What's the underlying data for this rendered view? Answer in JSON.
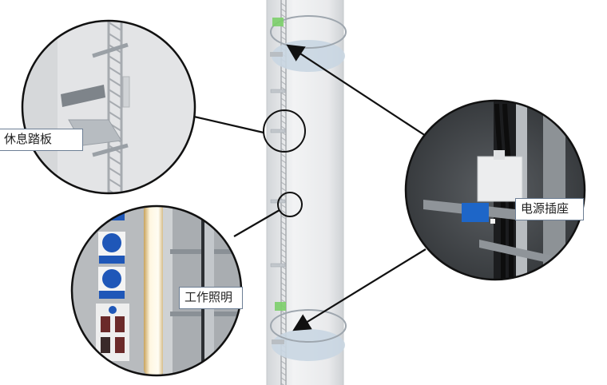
{
  "labels": {
    "rest_platform": "休息踏板",
    "power_socket": "电源插座",
    "work_lighting": "工作照明"
  },
  "colors": {
    "tower": "#e6e8ea",
    "platform": "#c9d6e2",
    "ladder": "#a8acb0",
    "callout_line": "#111111",
    "label_border": "#6d7f95",
    "green_box": "#7ccf6a",
    "socket_blue": "#1e66c8",
    "sign_blue": "#1f57b8"
  },
  "icons": {
    "arrow": "arrow-head",
    "sign_harness": "harness-sign-icon",
    "sign_helmet": "helmet-sign-icon",
    "sign_info": "info-sign-icon"
  }
}
